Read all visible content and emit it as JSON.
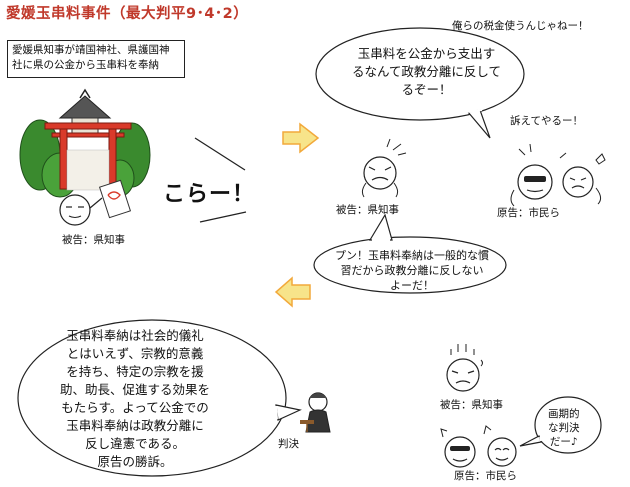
{
  "title": "愛媛玉串料事件（最大判平9･4･2）",
  "summary": [
    "愛媛県知事が靖国神社、県護国神",
    "社に県の公金から玉串料を奉納"
  ],
  "shout_top": "俺らの税金使うんじゃねー！",
  "kora": "こらー！",
  "citizen_claim": [
    "玉串料を公金から支出す",
    "るなんて政教分離に反して",
    "るぞー！"
  ],
  "sue": "訴えてやるー！",
  "labels": {
    "defendant_shrine": "被告：県知事",
    "defendant_mid": "被告：県知事",
    "plaintiff_mid": "原告：市民ら",
    "defendant_bottom": "被告：県知事",
    "plaintiff_bottom": "原告：市民ら",
    "judge": "判決"
  },
  "defendant_reply": [
    "プン！玉串料奉納は一般的な慣",
    "習だから政教分離に反しない",
    "よーだ！"
  ],
  "ruling": [
    "玉串料奉納は社会的儀礼",
    "とはいえず、宗教的意義",
    "を持ち、特定の宗教を援",
    "助、助長、促進する効果を",
    "もたらす。よって公金での",
    "玉串料奉納は政教分離に",
    "反し違憲である。",
    "原告の勝訴。"
  ],
  "epoch": [
    "画期的",
    "な判決",
    "だー♪"
  ],
  "colors": {
    "title": "#c0392b",
    "torii": "#d93a2a",
    "tree": "#3a8a2e",
    "arrow": "#f2a93b",
    "arrow2": "#f7e48a"
  }
}
